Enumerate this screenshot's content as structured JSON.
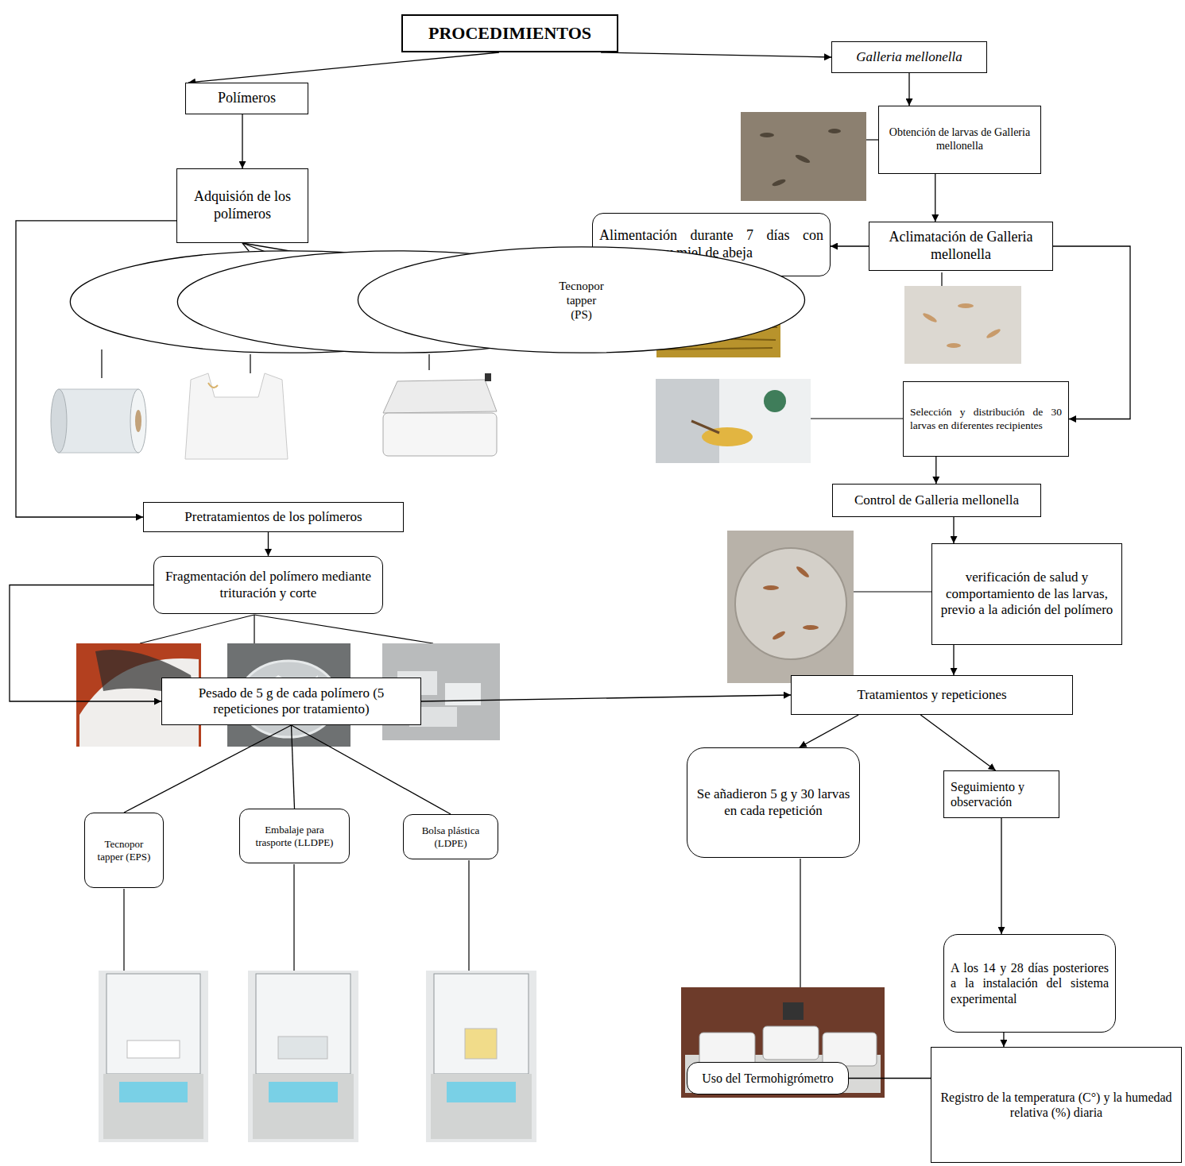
{
  "diagram": {
    "nodes": [
      {
        "text": [
          "PROCEDIMIENTOS"
        ]
      },
      {
        "text": [
          "Polímeros"
        ]
      },
      {
        "text": [
          "Galleria mellonella"
        ]
      },
      {
        "text": [
          "Adquisión de los polímeros"
        ]
      },
      {
        "text": [
          "Obtención de larvas de Galleria mellonella"
        ]
      },
      {
        "text": [
          "Alimentación durante 7 días con polen, cera y miel de abeja"
        ]
      },
      {
        "text": [
          "Aclimatación de Galleria mellonella"
        ]
      },
      {
        "text": [
          "Embalaje para Trasporte (LLDPE)"
        ]
      },
      {
        "text": [
          "Bolsa plástica (LDPE)"
        ]
      },
      {
        "text": [
          "Tecnopor tapper (PS)"
        ]
      },
      {
        "text": [
          "Selección y distribución de 30 larvas en diferentes recipientes"
        ]
      },
      {
        "text": [
          "Control de Galleria mellonella"
        ]
      },
      {
        "text": [
          "Pretratamientos de los polímeros"
        ]
      },
      {
        "text": [
          "Fragmentación del polímero mediante trituración y corte"
        ]
      },
      {
        "text": [
          "verificación de salud y comportamiento de las larvas, previo a la adición del polímero"
        ]
      },
      {
        "text": [
          "Pesado de 5 g de cada polímero (5 repeticiones por tratamiento)"
        ]
      },
      {
        "text": [
          "Tratamientos y repeticiones"
        ]
      },
      {
        "text": [
          "Tecnopor tapper (EPS)"
        ]
      },
      {
        "text": [
          "Embalaje para trasporte (LLDPE)"
        ]
      },
      {
        "text": [
          "Bolsa plástica (LDPE)"
        ]
      },
      {
        "text": [
          "Se añadieron 5 g y 30 larvas en cada repetición"
        ]
      },
      {
        "text": [
          "Seguimiento y observación"
        ]
      },
      {
        "text": [
          "A los 14 y 28 días posteriores a la instalación del sistema experimental"
        ]
      },
      {
        "text": [
          "Uso del Termohigrómetro"
        ]
      },
      {
        "text": [
          "Registro de la temperatura (C°) y la humedad relativa (%) diaria"
        ]
      }
    ],
    "edges": [
      {
        "from": 0,
        "to": 1,
        "arrow": "to"
      },
      {
        "from": 0,
        "to": 2,
        "arrow": "to"
      },
      {
        "from": 1,
        "to": 3,
        "arrow": "to"
      },
      {
        "from": 3,
        "to": 7,
        "arrow": "none"
      },
      {
        "from": 3,
        "to": 8,
        "arrow": "none"
      },
      {
        "from": 3,
        "to": 9,
        "arrow": "none"
      },
      {
        "from": 3,
        "to": 12,
        "arrow": "to"
      },
      {
        "from": 12,
        "to": 13,
        "arrow": "to"
      },
      {
        "from": 13,
        "to": 15,
        "arrow": "to"
      },
      {
        "from": 15,
        "to": 17,
        "arrow": "none"
      },
      {
        "from": 15,
        "to": 18,
        "arrow": "none"
      },
      {
        "from": 15,
        "to": 19,
        "arrow": "none"
      },
      {
        "from": 15,
        "to": 16,
        "arrow": "to"
      },
      {
        "from": 2,
        "to": 4,
        "arrow": "to"
      },
      {
        "from": 4,
        "to": 6,
        "arrow": "to"
      },
      {
        "from": 6,
        "to": 5,
        "arrow": "to"
      },
      {
        "from": 6,
        "to": 10,
        "arrow": "to"
      },
      {
        "from": 10,
        "to": 11,
        "arrow": "to"
      },
      {
        "from": 11,
        "to": 14,
        "arrow": "to"
      },
      {
        "from": 14,
        "to": 16,
        "arrow": "to"
      },
      {
        "from": 16,
        "to": 20,
        "arrow": "to"
      },
      {
        "from": 16,
        "to": 21,
        "arrow": "to"
      },
      {
        "from": 21,
        "to": 22,
        "arrow": "to"
      },
      {
        "from": 22,
        "to": 24,
        "arrow": "to"
      },
      {
        "from": 23,
        "to": 24,
        "arrow": "none"
      }
    ]
  }
}
